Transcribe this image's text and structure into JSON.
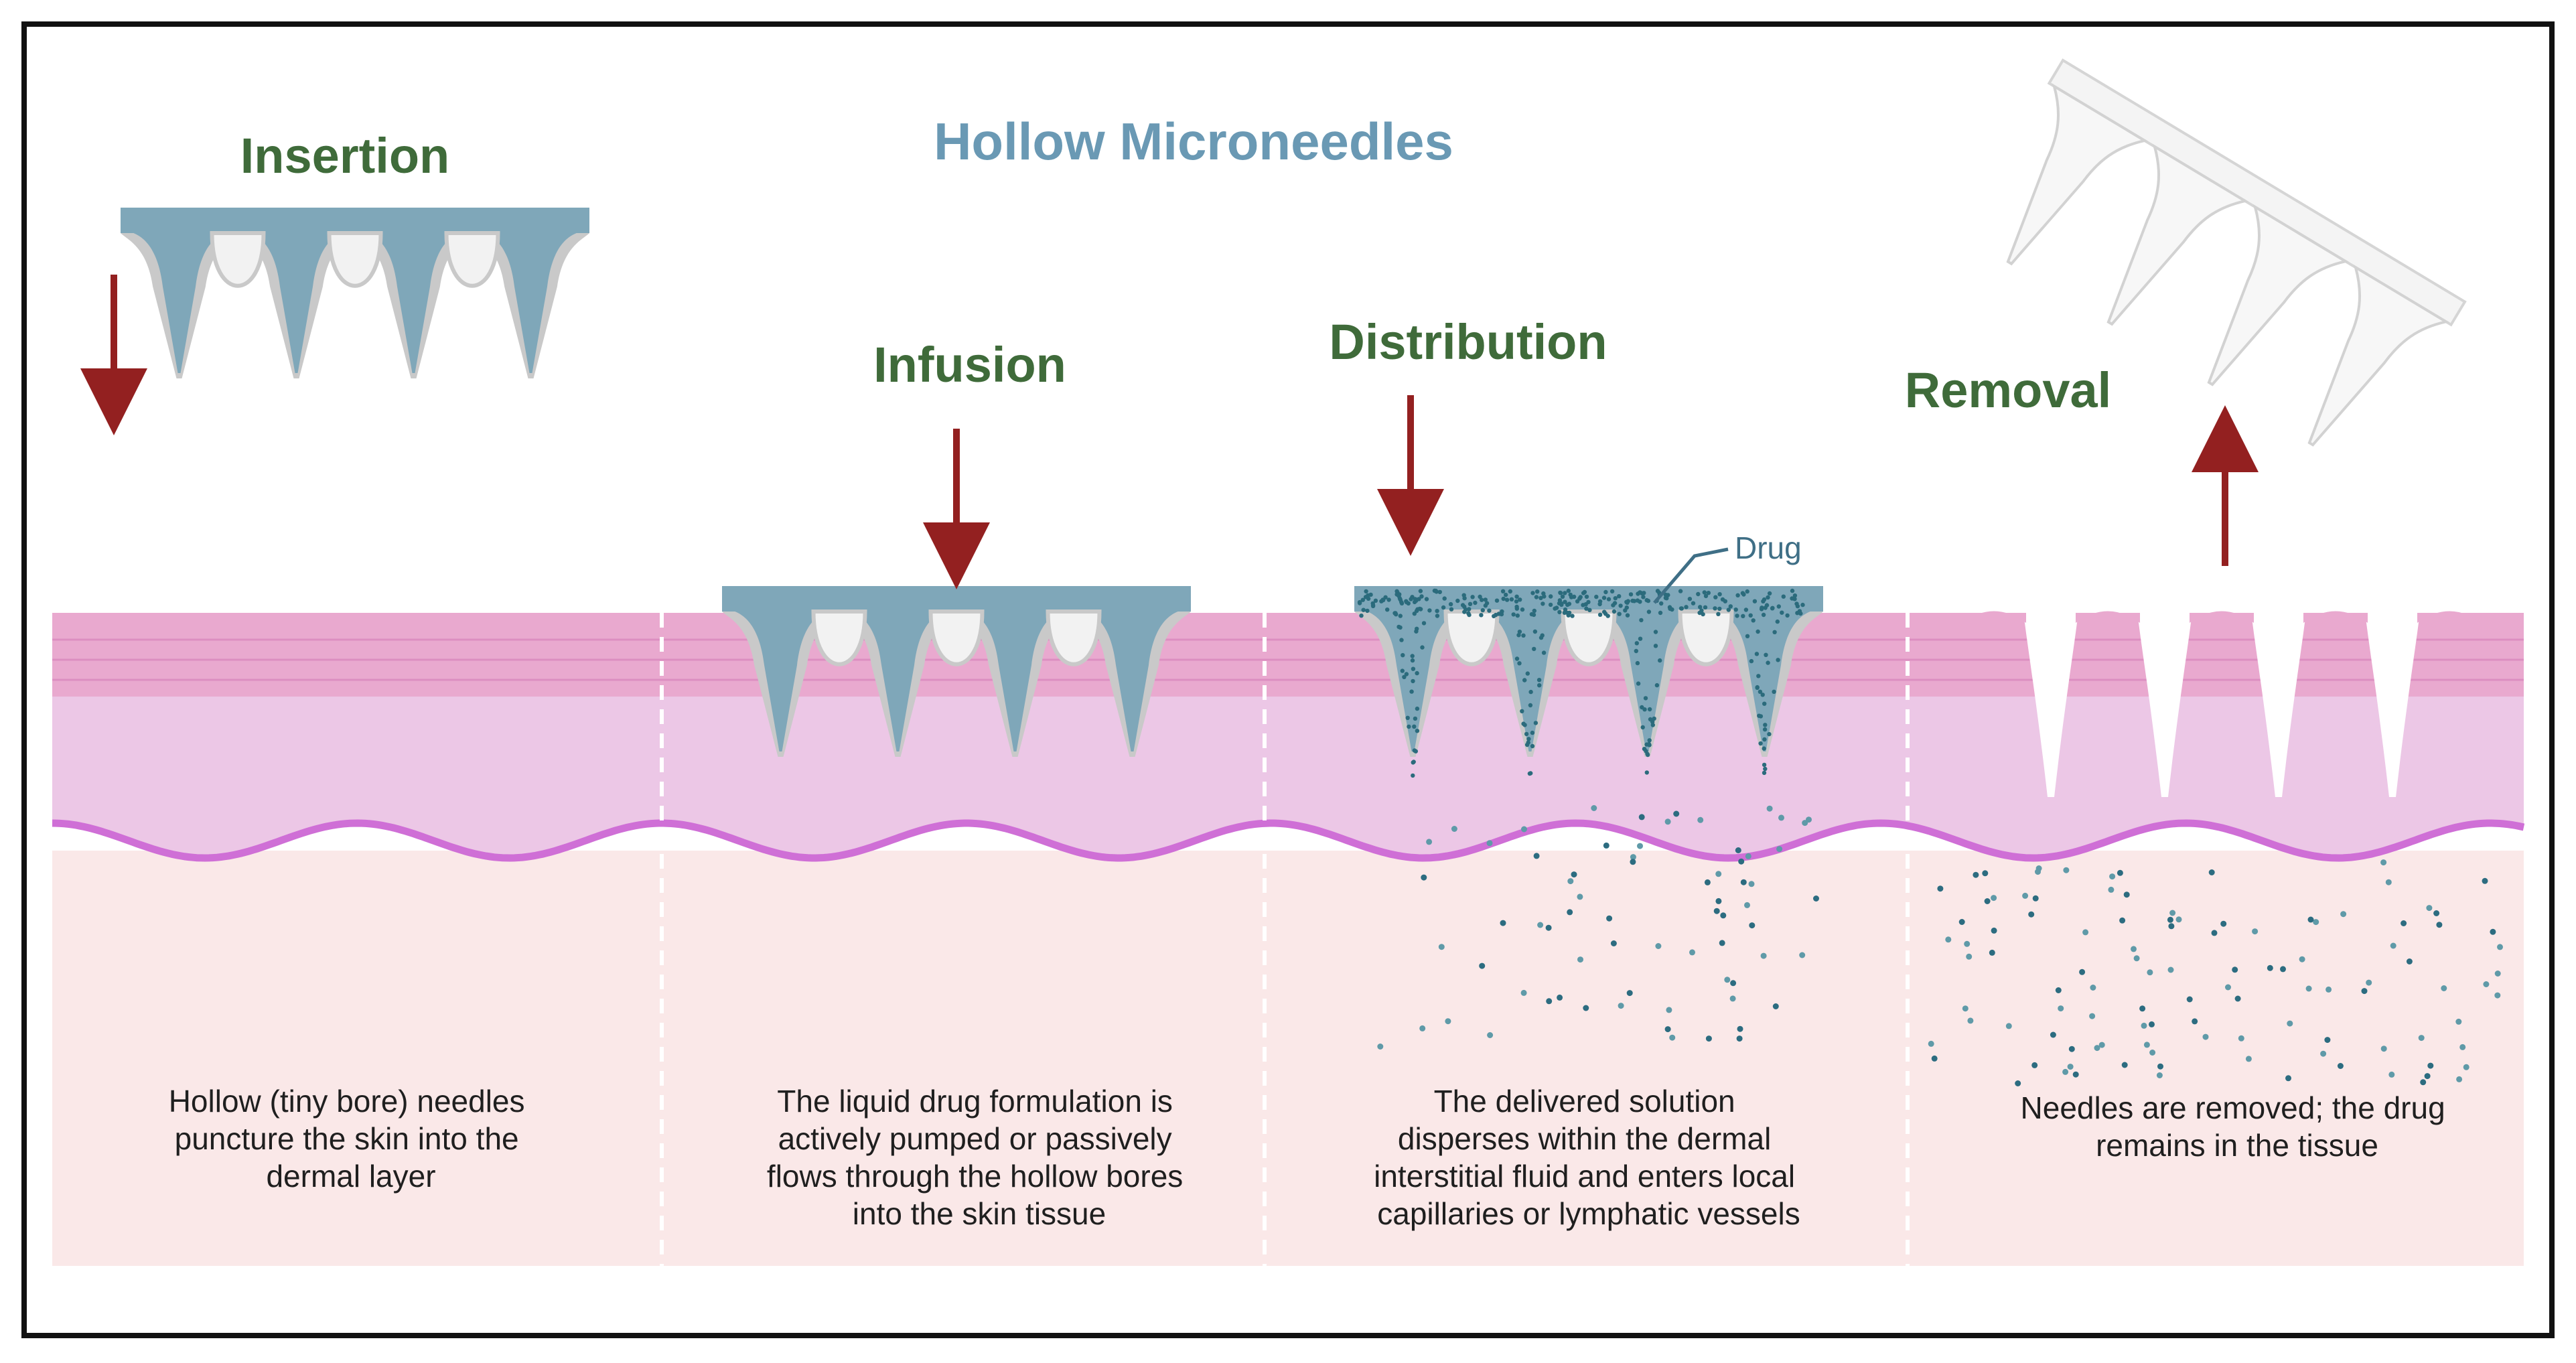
{
  "title": "Hollow Microneedles",
  "steps": [
    {
      "title": "Insertion",
      "caption": [
        "Hollow (tiny bore) needles",
        "puncture the skin into the",
        "dermal layer"
      ]
    },
    {
      "title": "Infusion",
      "caption": [
        "The liquid drug formulation is",
        "actively pumped or passively",
        "flows through the hollow bores",
        "into the skin tissue"
      ]
    },
    {
      "title": "Distribution",
      "caption": [
        "The delivered solution",
        "disperses within the dermal",
        "interstitial fluid and enters local",
        "capillaries or lymphatic vessels"
      ]
    },
    {
      "title": "Removal",
      "caption": [
        "Needles are removed; the drug",
        "remains in the tissue"
      ]
    }
  ],
  "drug_label": "Drug",
  "colors": {
    "needle_fill": "#7fa7b9",
    "needle_rim": "#c9c9c9",
    "epidermis": "#e9a9cf",
    "dermis": "#ecc7e6",
    "hypodermis": "#fae8e8",
    "boundary": "#cf6fd6",
    "arrow": "#932020",
    "title": "#6a99b4",
    "step_title": "#3f6b3a"
  }
}
